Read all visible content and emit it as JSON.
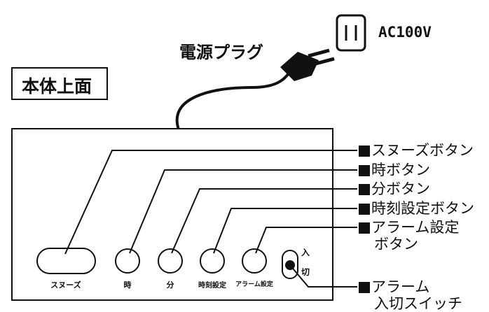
{
  "plug": {
    "label": "電源プラグ",
    "voltage": "AC100V"
  },
  "panel": {
    "title": "本体上面"
  },
  "controls": [
    {
      "name": "snooze",
      "label": "スヌーズ"
    },
    {
      "name": "hour",
      "label": "時"
    },
    {
      "name": "minute",
      "label": "分"
    },
    {
      "name": "time-set",
      "label": "時刻設定"
    },
    {
      "name": "alarm-set",
      "label": "アラーム設定"
    }
  ],
  "switch": {
    "on_label": "入",
    "off_label": "切"
  },
  "callouts": [
    {
      "line1": "スヌーズボタン"
    },
    {
      "line1": "時ボタン"
    },
    {
      "line1": "分ボタン"
    },
    {
      "line1": "時刻設定ボタン"
    },
    {
      "line1": "アラーム設定",
      "line2": "ボタン"
    },
    {
      "line1": "アラーム",
      "line2": "入切スイッチ"
    }
  ]
}
